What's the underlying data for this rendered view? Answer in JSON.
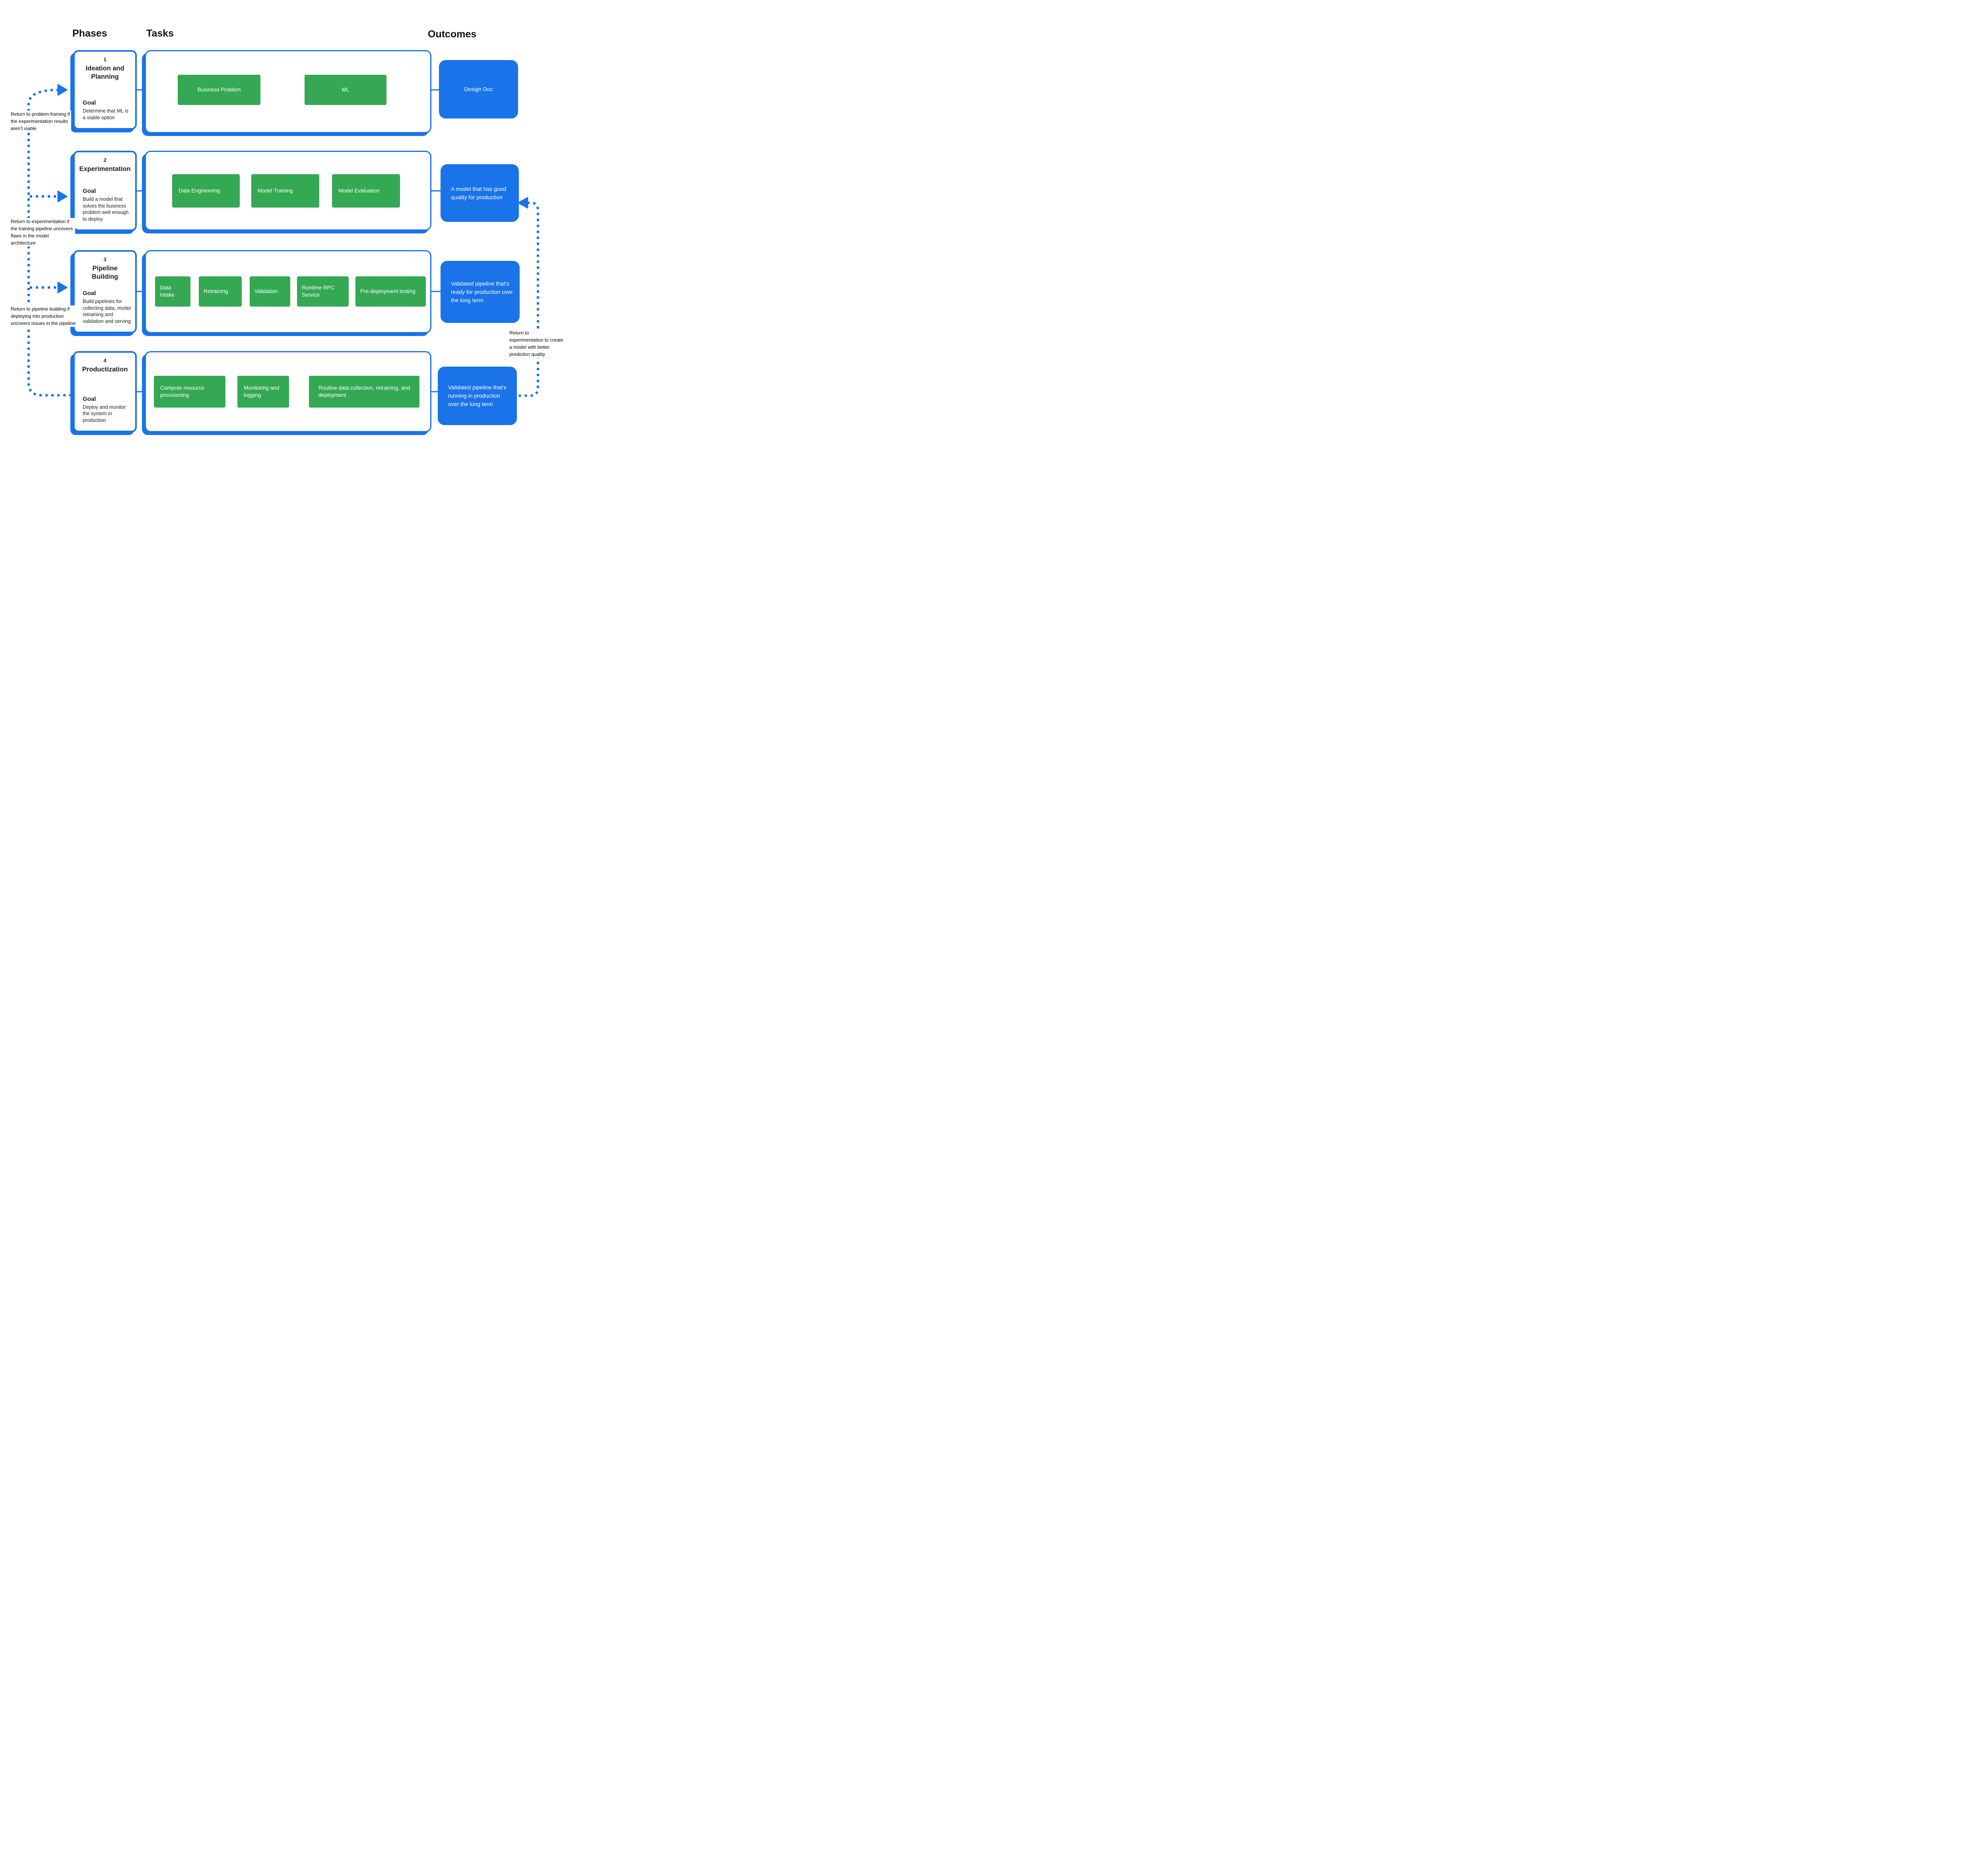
{
  "headers": {
    "phases": "Phases",
    "tasks": "Tasks",
    "outcomes": "Outcomes"
  },
  "colors": {
    "accent_blue": "#1a73e8",
    "task_green": "#34a853",
    "text_black": "#202124"
  },
  "rows": [
    {
      "number": "1",
      "title": "Ideation and Planning",
      "goal_label": "Goal",
      "goal": "Determine that ML is a viable option",
      "tasks": [
        "Business Problem",
        "ML"
      ],
      "outcome": "Design Doc"
    },
    {
      "number": "2",
      "title": "Experimentation",
      "goal_label": "Goal",
      "goal": "Build a model that solves the business problem well enough to deploy",
      "tasks": [
        "Data Engineering",
        "Model Training",
        "Model Evaluation"
      ],
      "outcome": "A model that has good quality for production"
    },
    {
      "number": "3",
      "title": "Pipeline Building",
      "goal_label": "Goal",
      "goal": "Build pipelines for collecting data, model retraining and validation and serving",
      "tasks": [
        "Data Intake",
        "Retraining",
        "Validation",
        "Runtime RPC Service",
        "Pre-deployment testing"
      ],
      "outcome": "Validated pipeline that’s ready for production over the long term"
    },
    {
      "number": "4",
      "title": "Productization",
      "goal_label": "Goal",
      "goal": "Deploy and monitor the system in production",
      "tasks": [
        "Compute resource provisioning",
        "Monitoring and logging",
        "Routine data collection, retraining, and deployment"
      ],
      "outcome": "Validated pipeline that’s running in production over the long term"
    }
  ],
  "annotations": {
    "left_to_phase1": "Return to problem framing if the experimentation results aren’t viable",
    "left_to_phase2": "Return to experimentation if the training pipeline uncovers flaws in the model architecture",
    "left_to_phase3": "Return to pipeline building if deploying into production uncovers issues in the pipeline",
    "right_to_outcome2": "Return to experimentation to create a model with better prediction quality"
  }
}
